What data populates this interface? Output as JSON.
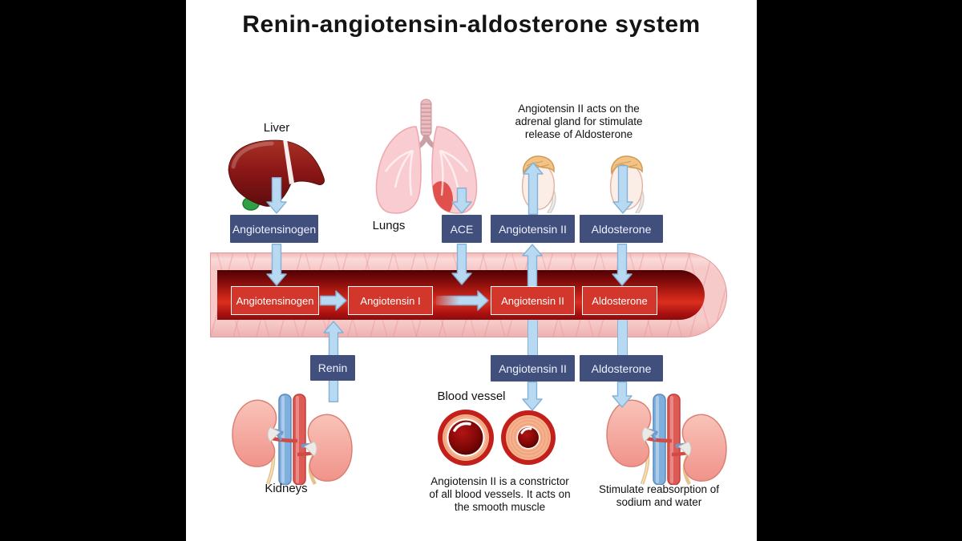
{
  "title": "Renin-angiotensin-aldosterone system",
  "labels": {
    "liver": "Liver",
    "lungs": "Lungs",
    "kidneys": "Kidneys",
    "blood_vessel": "Blood vessel"
  },
  "notes": {
    "adrenal": "Angiotensin II acts on the adrenal gland for stimulate release of Aldosterone",
    "constrictor": "Angiotensin II is a constrictor of all blood vessels. It acts on the smooth muscle",
    "reabsorption": "Stimulate reabsorption of sodium and water"
  },
  "boxes": {
    "angiotensinogen_source": "Angiotensinogen",
    "ace": "ACE",
    "angiotensin2_adrenal": "Angiotensin II",
    "aldosterone_adrenal": "Aldosterone",
    "vessel_angiotensinogen": "Angiotensinogen",
    "vessel_angiotensin1": "Angiotensin I",
    "vessel_angiotensin2": "Angiotensin II",
    "vessel_aldosterone": "Aldosterone",
    "renin": "Renin",
    "angiotensin2_effect": "Angiotensin II",
    "aldosterone_effect": "Aldosterone"
  },
  "colors": {
    "box_navy": "#414f7c",
    "box_red": "#d3362b",
    "arrow_blue": "#b7d9f2",
    "arrow_border": "#86b1d6",
    "vessel_wall": "#f7caca",
    "vessel_lumen": "#c01616",
    "background": "#ffffff",
    "letterbox": "#000000"
  }
}
